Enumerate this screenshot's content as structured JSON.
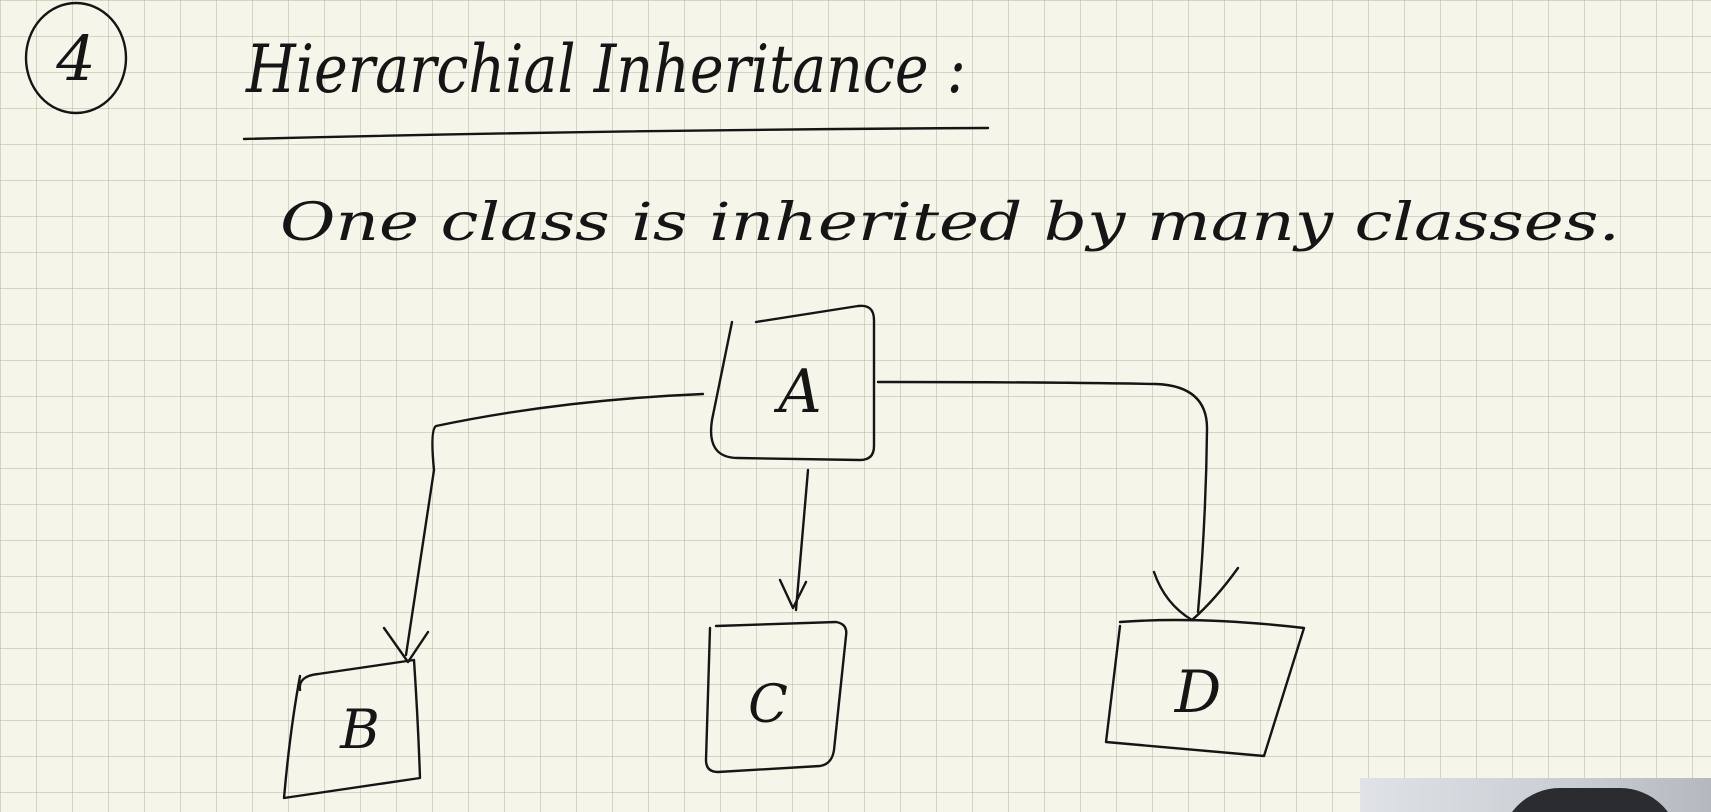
{
  "section": {
    "number": "4",
    "title": "Hierarchial Inheritance :",
    "definition": "One class is inherited by many classes."
  },
  "diagram": {
    "parent": "A",
    "children": [
      "B",
      "C",
      "D"
    ]
  },
  "colors": {
    "paper": "#f6f5e9",
    "grid": "#c9c8b4",
    "ink": "#151515"
  },
  "icons": {
    "section_marker": "circled-number-icon",
    "arrow": "arrow-down-icon"
  }
}
